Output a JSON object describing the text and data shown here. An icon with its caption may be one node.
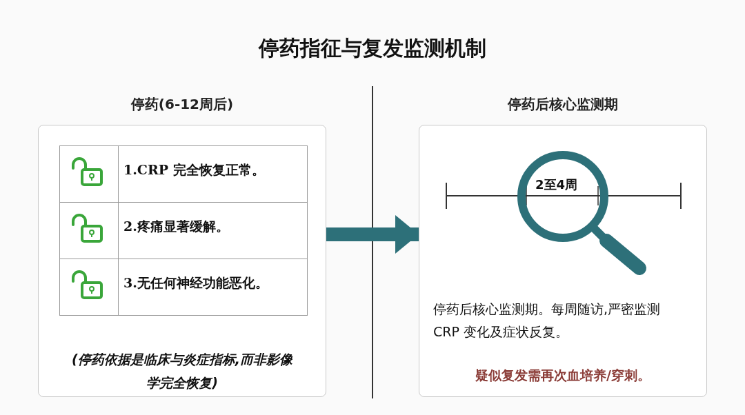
{
  "diagram": {
    "title": "停药指征与复发监测机制",
    "nodes": [
      {
        "text": [
          "停药(6-12周后)",
          "(停药依据是临床与炎症指标,而非影像学完全恢复)"
        ]
      },
      {
        "text": [
          "1.CRP 完全恢复正常。"
        ],
        "in": 0
      },
      {
        "text": [
          "2.疼痛显著缓解。"
        ],
        "in": 0
      },
      {
        "text": [
          "3.无任何神经功能恶化。"
        ],
        "in": 0
      },
      {
        "text": [
          "停药后核心监测期",
          "停药后核心监测期。每周随访,严密监测CRP 变化及症状反复。",
          "疑似复发需再次血培养/穿刺。"
        ]
      }
    ],
    "edges": [
      {
        "from": 0,
        "to": 4,
        "arrow": "to"
      }
    ],
    "labels": [
      "2至4周"
    ]
  }
}
